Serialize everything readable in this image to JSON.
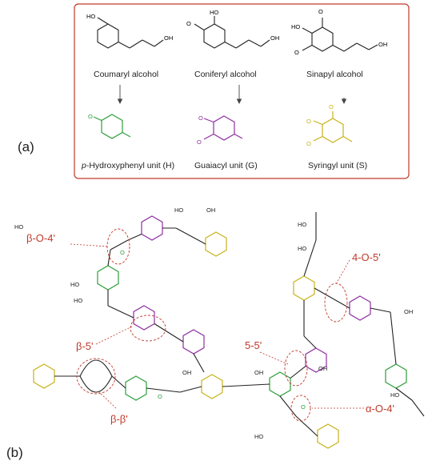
{
  "colors": {
    "h_unit": "#2e9e3e",
    "g_unit": "#8e2fa0",
    "s_unit": "#c9b21a",
    "linkage": "#c0392b",
    "box": "#c0392b",
    "bond": "#222222"
  },
  "panel_a": {
    "label": "(a)",
    "alcohols": [
      {
        "name": "Coumaryl alcohol"
      },
      {
        "name": "Coniferyl alcohol"
      },
      {
        "name": "Sinapyl alcohol"
      }
    ],
    "units": [
      {
        "prefix": "p",
        "name": "-Hydroxyphenyl unit (H)"
      },
      {
        "prefix": "",
        "name": "Guaiacyl unit (G)"
      },
      {
        "prefix": "",
        "name": "Syringyl unit (S)"
      }
    ]
  },
  "panel_b": {
    "label": "(b)",
    "linkages": [
      "β-O-4'",
      "β-5'",
      "β-β'",
      "4-O-5'",
      "5-5'",
      "α-O-4'"
    ]
  },
  "atoms": {
    "hydroxyl": "HO",
    "hydroxyl_r": "OH",
    "oxygen": "O"
  }
}
